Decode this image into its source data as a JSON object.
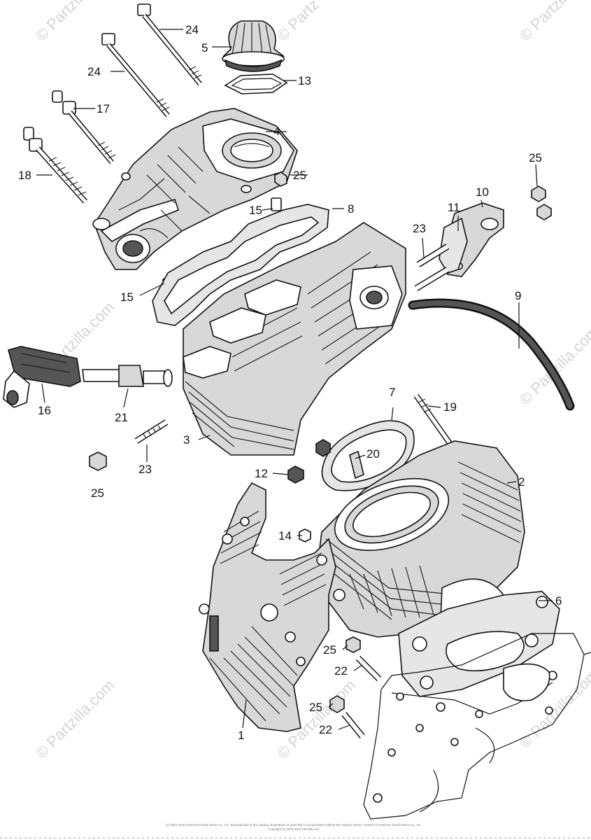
{
  "watermark": {
    "text": "© Partzilla.com",
    "short_text": "© Partz"
  },
  "labels": {
    "1": "1",
    "2": "2",
    "3": "3",
    "4": "4",
    "5": "5",
    "6": "6",
    "7": "7",
    "8": "8",
    "9": "9",
    "10": "10",
    "11": "11",
    "12": "12",
    "13": "13",
    "14": "14",
    "15": "15",
    "16": "16",
    "17": "17",
    "18": "18",
    "19": "19",
    "20": "20",
    "21": "21",
    "22": "22",
    "23": "23",
    "24": "24",
    "25": "25"
  },
  "footer": {
    "line1": "(c) 2002-2016 American Honda Motor Co., Inc. Reproduction of this catalog, illustrations or parts lists is not permitted without the express written consent of American Honda Motor Co., Inc.",
    "line2": "Copyright (c) 2004-2016 Partzilla.com"
  }
}
